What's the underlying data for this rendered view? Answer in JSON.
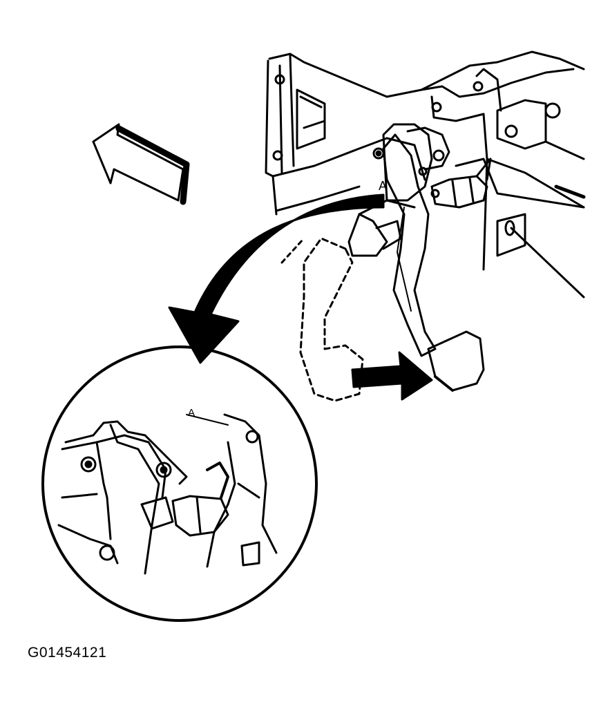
{
  "figure": {
    "id_label": "G01454121",
    "callout_letter": "A",
    "detail_callout_letter": "A"
  },
  "colors": {
    "ink": "#000000",
    "paper": "#ffffff"
  },
  "elements": {
    "motion_arrows": [
      "direction-arrow",
      "pedal-push-arrow",
      "detail-callout-arrow"
    ],
    "parts": [
      "brake-pedal-arm",
      "brake-pedal-pad",
      "pedal-bracket",
      "brake-light-switch",
      "pedal-rest-outline"
    ]
  }
}
